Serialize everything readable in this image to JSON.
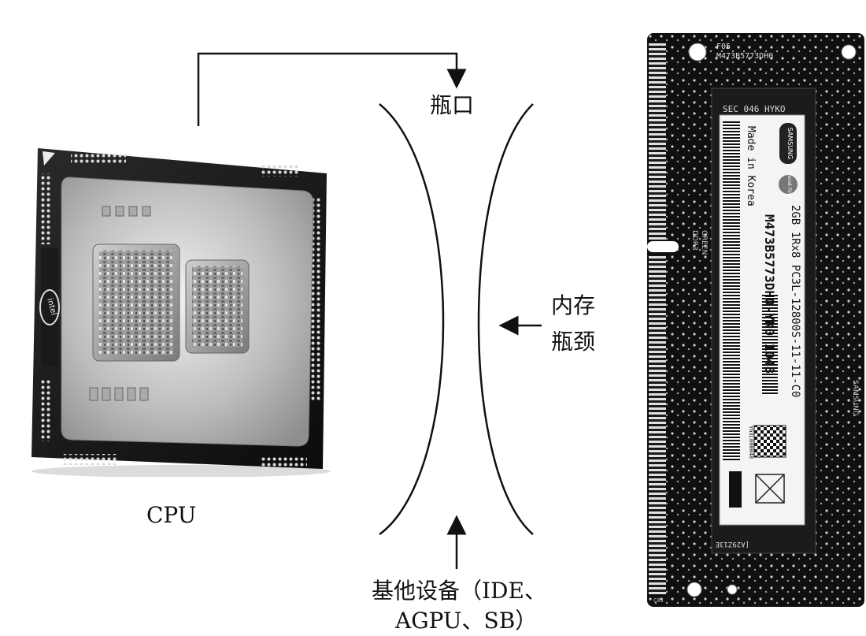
{
  "labels": {
    "bottleneck_top": "瓶口",
    "memory_bottleneck_line1": "内存",
    "memory_bottleneck_line2": "瓶颈",
    "cpu": "CPU",
    "other_devices_line1": "基他设备（IDE、",
    "other_devices_line2": "AGPU、SB）"
  },
  "cpu_chip": {
    "brand_logo": "intel"
  },
  "ram_module": {
    "label_lines": [
      "SEC 046 HYKO",
      "Made in Korea",
      "2GB 1Rx8 PC3L-12800S-11-11-C0",
      "M473B5773DH0-YK0  1048",
      "YG3L000048"
    ],
    "brand": "SAMSUNG",
    "badge": "Planet First",
    "corner_text": "F05",
    "part_number": "M473B5773DH0",
    "side_text_1": "GREEN",
    "side_text_2": "DDR3",
    "bottom_code": "[A29Z13E",
    "edge_brand": "SAMSUNG",
    "corner_number": "C03"
  }
}
